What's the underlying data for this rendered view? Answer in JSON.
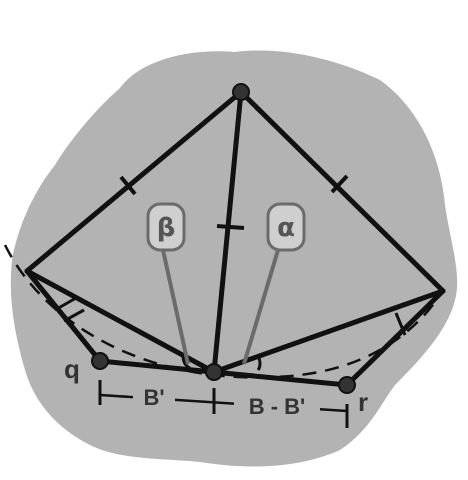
{
  "colors": {
    "region_fill": "#b3b3b3",
    "line": "#111111",
    "pointer": "#6b6b6b",
    "label_box_fill": "#cfcfcf",
    "label_box_stroke": "#6b6b6b",
    "text": "#333333"
  },
  "labels": {
    "beta": "β",
    "alpha": "α",
    "point_q": "q",
    "point_r": "r",
    "segment_left": "B'",
    "segment_right": "B - B'"
  }
}
